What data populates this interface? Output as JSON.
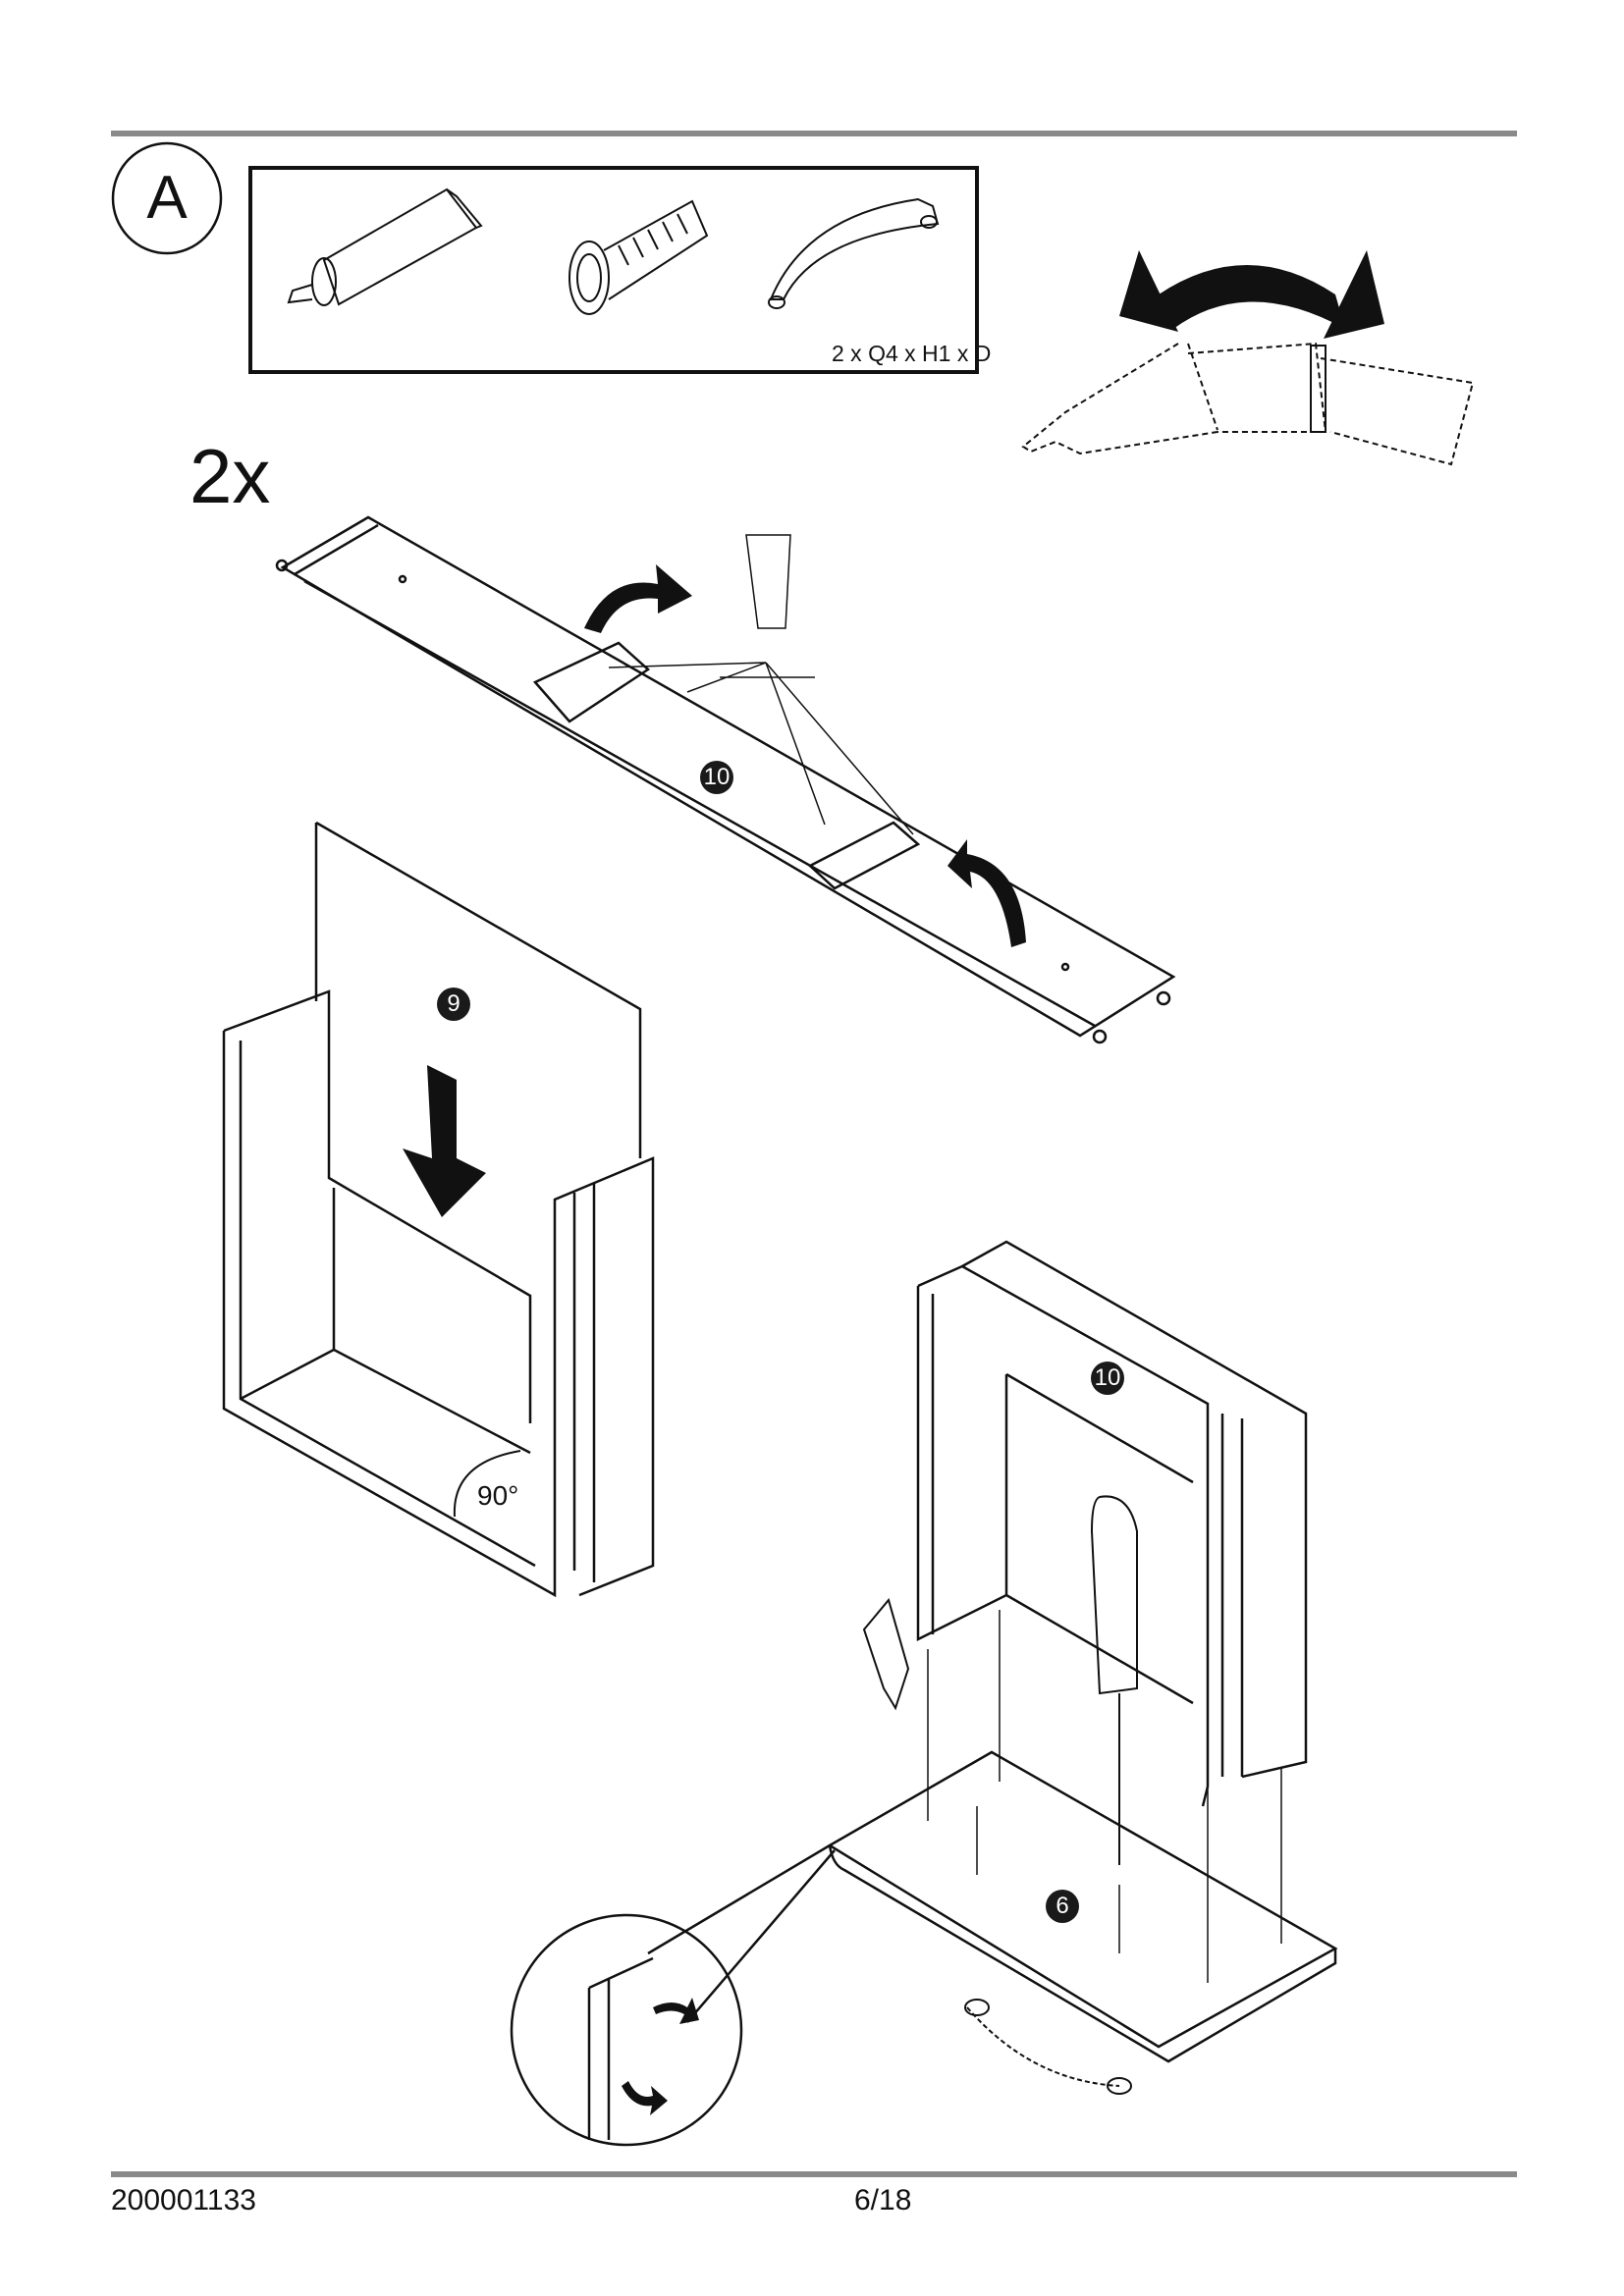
{
  "step_label": "A",
  "parts_box": {
    "quantity_text": "2 x Q4 x H1 x D"
  },
  "repeat_label": "2x",
  "part_numbers": {
    "rail": "10",
    "panel": "9",
    "frame": "10",
    "base": "6"
  },
  "angle_label": "90°",
  "footer": {
    "article_number": "200001133",
    "page": "6/18"
  }
}
